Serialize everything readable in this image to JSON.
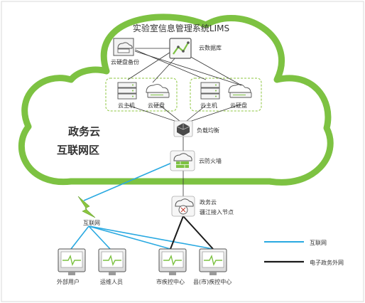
{
  "title": "实验室信息管理系统LIMS",
  "zone_label_line1": "政务云",
  "zone_label_line2": "互联网区",
  "nodes": {
    "cloud_disk_backup": "云硬盘备份",
    "cloud_database": "云数据库",
    "cloud_host_1": "云主机",
    "cloud_disk_1": "云硬盘",
    "cloud_host_2": "云主机",
    "cloud_disk_2": "云硬盘",
    "load_balancer": "负载均衡",
    "cloud_firewall": "云防火墙",
    "access_node_line1": "政务云",
    "access_node_line2": "疆江接入节点",
    "internet": "互联网",
    "external_user": "外部用户",
    "ops_staff": "运维人员",
    "city_control_center": "市疾控中心",
    "county_control_center": "县(市)疾控中心"
  },
  "legend": {
    "internet": "互联网",
    "gov_extranet": "电子政务外网"
  },
  "colors": {
    "cloud_outline": "#7dc242",
    "internet_line": "#29a9e1",
    "gov_line": "#1a1a1a",
    "lightning": "#8cc63f",
    "dashed_box": "#8cc63f",
    "icon_stroke": "#555555",
    "monitor_wave": "#7dc242"
  }
}
